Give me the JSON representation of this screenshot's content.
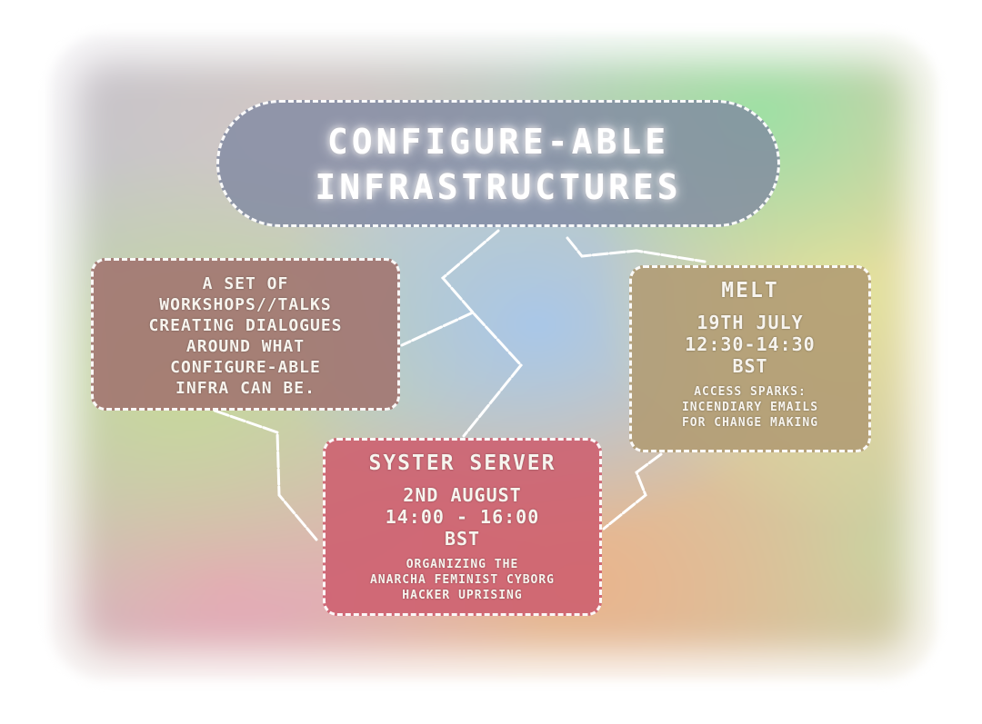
{
  "title": {
    "line1": "Configure-able",
    "line2": "Infrastructures"
  },
  "description": {
    "lines": [
      "A set of",
      "workshops//talks",
      "creating dialogues",
      "around what",
      "configure-able",
      "infra can be."
    ]
  },
  "events": {
    "melt": {
      "name": "MELT",
      "date": "19th July",
      "time": "12:30-14:30",
      "tz": "BST",
      "desc_lines": [
        "Access Sparks:",
        "Incendiary Emails",
        "for change making"
      ]
    },
    "syster": {
      "name": "Syster Server",
      "date": "2nd August",
      "time": "14:00 - 16:00",
      "tz": "BST",
      "desc_lines": [
        "Organizing the",
        "anarcha feminist cyborg",
        "hacker uprising"
      ]
    }
  },
  "colors": {
    "title_bg": "#7d87a0",
    "description_bg": "#a0736e",
    "melt_bg": "#b09b73",
    "syster_bg": "#cd5f6e",
    "text": "#f7f4ee",
    "connector": "#ffffff"
  }
}
